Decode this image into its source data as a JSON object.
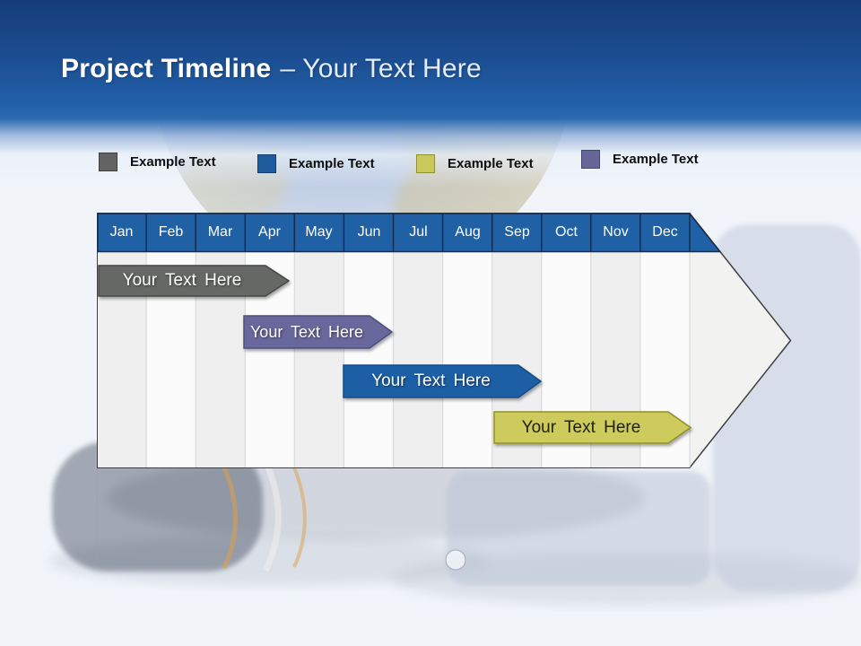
{
  "slide": {
    "title_bold": "Project Timeline",
    "title_separator": "–",
    "title_light": "Your Text Here",
    "background_color": "#F1F5FA",
    "header_gradient_top": "#163D79",
    "header_gradient_mid": "#2160A7"
  },
  "legend": {
    "items": [
      {
        "label": "Example Text",
        "color": "#636363"
      },
      {
        "label": "Example Text",
        "color": "#1F5C9E"
      },
      {
        "label": "Example Text",
        "color": "#C9C85A"
      },
      {
        "label": "Example Text",
        "color": "#666698"
      }
    ]
  },
  "timeline": {
    "months": [
      "Jan",
      "Feb",
      "Mar",
      "Apr",
      "May",
      "Jun",
      "Jul",
      "Aug",
      "Sep",
      "Oct",
      "Nov",
      "Dec"
    ],
    "header_color": "#2060A5",
    "arrow_fill": "#F2F2F1",
    "bars": [
      {
        "label": "Your Text Here",
        "color": "#666666",
        "text_color": "#FFFFFF",
        "start_month": "Jan",
        "end_month": "Apr"
      },
      {
        "label": "Your Text Here",
        "color": "#69689D",
        "text_color": "#FFFFFF",
        "start_month": "Apr",
        "end_month": "Jun"
      },
      {
        "label": "Your Text Here",
        "color": "#1F5FA5",
        "text_color": "#FFFFFF",
        "start_month": "Jun",
        "end_month": "Sep"
      },
      {
        "label": "Your Text Here",
        "color": "#CCCB5B",
        "text_color": "#21210F",
        "start_month": "Sep",
        "end_month": "Dec"
      }
    ]
  }
}
